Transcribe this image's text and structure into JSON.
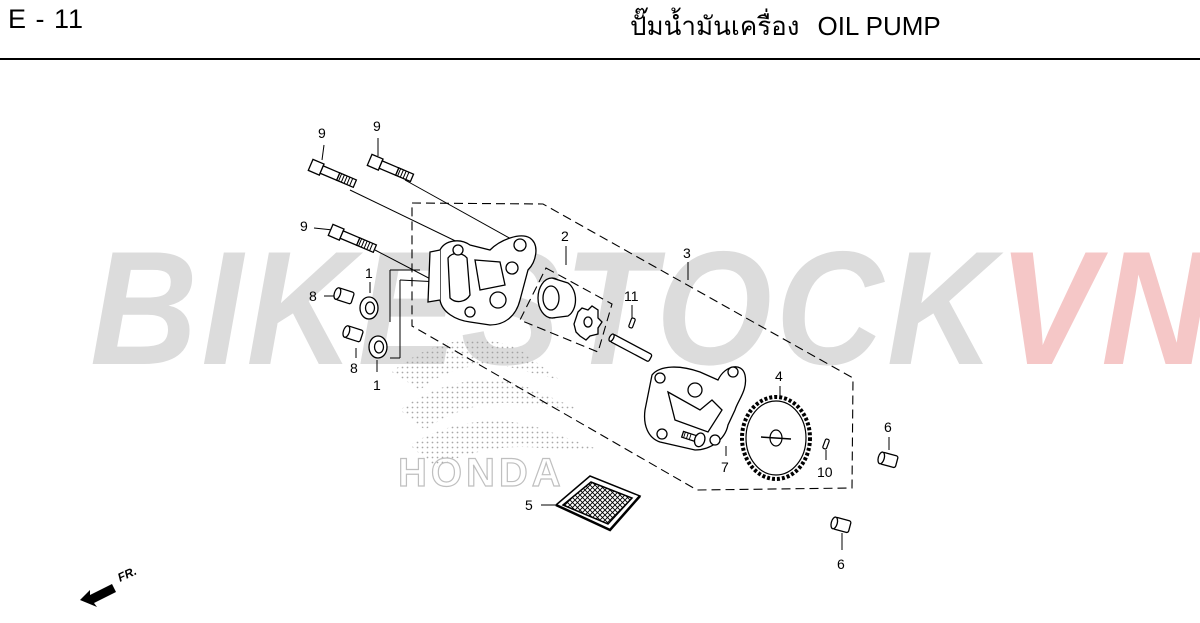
{
  "header": {
    "page_code": "E - 11",
    "title_th": "ปั๊มน้ำมันเครื่อง",
    "title_en": "OIL PUMP"
  },
  "watermark": {
    "text_main": "BIKESTOCK",
    "text_accent": "VN",
    "color_main": "#dcdcdc",
    "color_accent": "#f5c7c7"
  },
  "brand_mark": {
    "text": "HONDA"
  },
  "direction_indicator": {
    "label": "FR."
  },
  "callouts": {
    "c1a": "1",
    "c1b": "1",
    "c2": "2",
    "c3": "3",
    "c4": "4",
    "c5": "5",
    "c6a": "6",
    "c6b": "6",
    "c7": "7",
    "c8a": "8",
    "c8b": "8",
    "c9a": "9",
    "c9b": "9",
    "c9c": "9",
    "c10": "10",
    "c11": "11"
  }
}
